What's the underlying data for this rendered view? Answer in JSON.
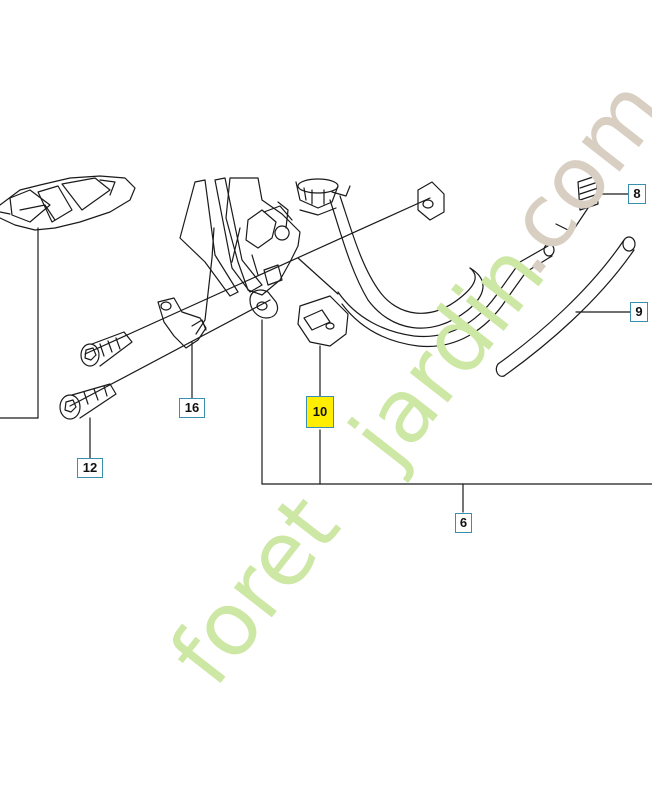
{
  "diagram": {
    "callouts": [
      {
        "id": "c8",
        "label": "8",
        "highlight": false
      },
      {
        "id": "c9",
        "label": "9",
        "highlight": false
      },
      {
        "id": "c16",
        "label": "16",
        "highlight": false
      },
      {
        "id": "c10",
        "label": "10",
        "highlight": true
      },
      {
        "id": "c12",
        "label": "12",
        "highlight": false
      },
      {
        "id": "c6",
        "label": "6",
        "highlight": false
      }
    ],
    "watermark": {
      "part1": "foret",
      "part2": "jardin",
      "part3": ".com"
    },
    "colors": {
      "line": "#1a1a1a",
      "callout_border": "#3a8fb0",
      "highlight": "#ffee00",
      "watermark_green": "#cde7a4",
      "watermark_brown": "#d8cfc2"
    }
  }
}
